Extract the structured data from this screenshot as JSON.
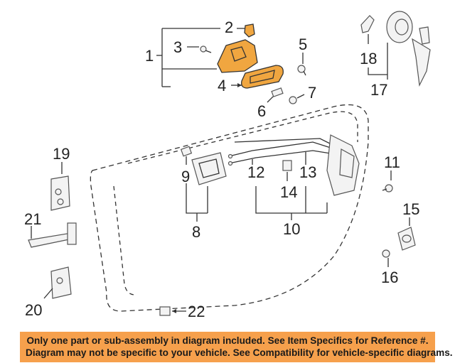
{
  "callouts": [
    "1",
    "2",
    "3",
    "4",
    "5",
    "6",
    "7",
    "8",
    "9",
    "10",
    "11",
    "12",
    "13",
    "14",
    "15",
    "16",
    "17",
    "18",
    "19",
    "20",
    "21",
    "22"
  ],
  "colors": {
    "highlight": "#f0a640",
    "notice_bg": "#f6a04c",
    "line": "#333333"
  },
  "notice": {
    "line1": "Only one part or sub-assembly in diagram included. See Item Specifics for Reference #.",
    "line2": "Diagram may not be specific to your vehicle. See Compatibility for vehicle-specific diagrams."
  }
}
